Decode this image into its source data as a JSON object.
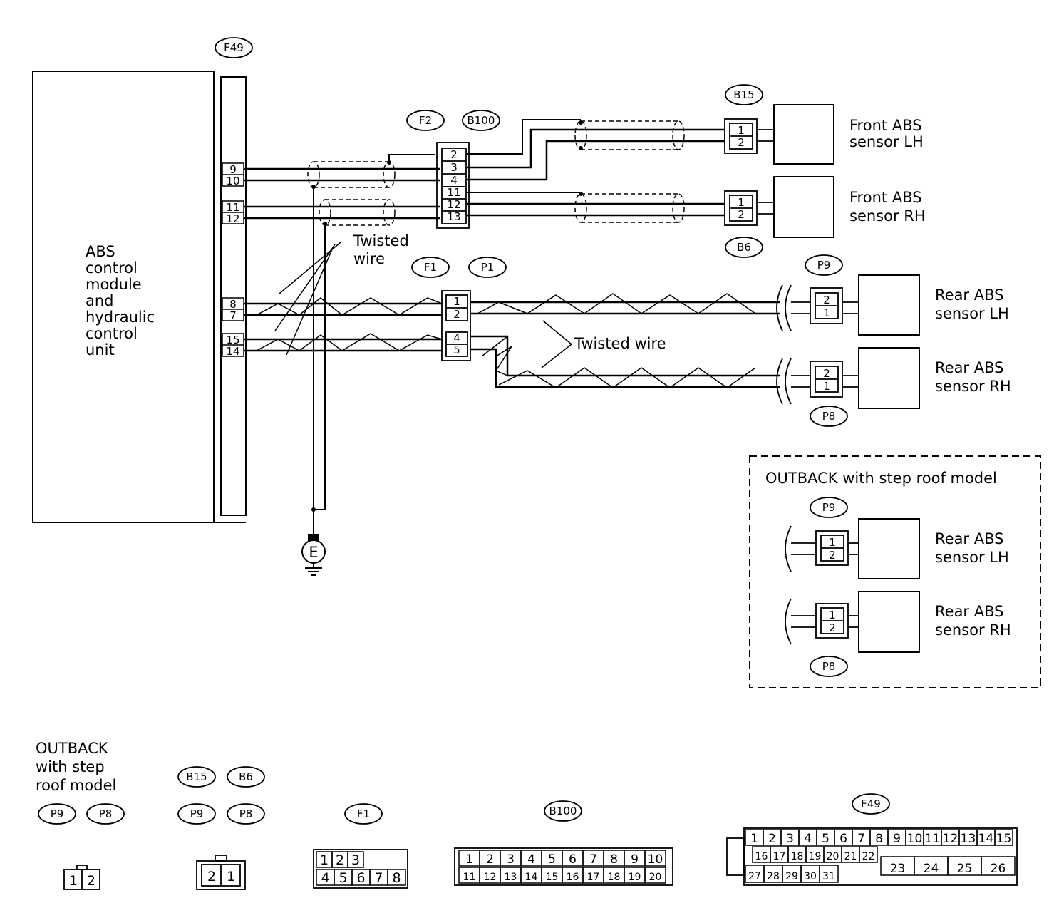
{
  "tags": {
    "f49_top": "F49",
    "b15_top": "B15",
    "f2": "F2",
    "b100_top": "B100",
    "b6": "B6",
    "f1": "F1",
    "p1": "P1",
    "p9_a": "P9",
    "p8_a": "P8",
    "p9_b": "P9",
    "p8_b": "P8",
    "leg_p9_1": "P9",
    "leg_p8_1": "P8",
    "leg_b15": "B15",
    "leg_b6": "B6",
    "leg_p9_2": "P9",
    "leg_p8_2": "P8",
    "leg_f1": "F1",
    "leg_b100": "B100",
    "leg_f49": "F49"
  },
  "labels": {
    "abs_module": [
      "ABS",
      "control",
      "module",
      "and",
      "hydraulic",
      "control",
      "unit"
    ],
    "front_lh": [
      "Front ABS",
      "sensor LH"
    ],
    "front_rh": [
      "Front ABS",
      "sensor RH"
    ],
    "rear_lh": [
      "Rear ABS",
      "sensor LH"
    ],
    "rear_rh": [
      "Rear ABS",
      "sensor RH"
    ],
    "inset_rear_lh": [
      "Rear ABS",
      "sensor LH"
    ],
    "inset_rear_rh": [
      "Rear ABS",
      "sensor RH"
    ],
    "twisted_wire_1": [
      "Twisted",
      "wire"
    ],
    "twisted_wire_2": "Twisted wire",
    "outback_inset": "OUTBACK with step roof model",
    "outback_legend": [
      "OUTBACK",
      "with step",
      "roof model"
    ],
    "ground": "E"
  },
  "pins": {
    "f49": [
      "9",
      "10",
      "11",
      "12",
      "8",
      "7",
      "15",
      "14"
    ],
    "f2_b100": [
      "2",
      "3",
      "4",
      "11",
      "12",
      "13"
    ],
    "b15": [
      "1",
      "2"
    ],
    "b6": [
      "1",
      "2"
    ],
    "f1_p1": [
      "1",
      "2",
      "4",
      "5"
    ],
    "p9": [
      "2",
      "1"
    ],
    "p8": [
      "2",
      "1"
    ],
    "inset_p9": [
      "1",
      "2"
    ],
    "inset_p8": [
      "1",
      "2"
    ]
  },
  "legend_connectors": {
    "two_pin_a": [
      "1",
      "2"
    ],
    "two_pin_b": [
      "2",
      "1"
    ],
    "f1_row1": [
      "1",
      "2",
      "3"
    ],
    "f1_row2": [
      "4",
      "5",
      "6",
      "7",
      "8"
    ],
    "b100_row1": [
      "1",
      "2",
      "3",
      "4",
      "5",
      "6",
      "7",
      "8",
      "9",
      "10"
    ],
    "b100_row2": [
      "11",
      "12",
      "13",
      "14",
      "15",
      "16",
      "17",
      "18",
      "19",
      "20"
    ],
    "f49_row1": [
      "1",
      "2",
      "3",
      "4",
      "5",
      "6",
      "7",
      "8",
      "9",
      "10",
      "11",
      "12",
      "13",
      "14",
      "15"
    ],
    "f49_row2": [
      "16",
      "17",
      "18",
      "19",
      "20",
      "21",
      "22"
    ],
    "f49_row3": [
      "27",
      "28",
      "29",
      "30",
      "31"
    ],
    "f49_row_big": [
      "23",
      "24",
      "25",
      "26"
    ]
  }
}
